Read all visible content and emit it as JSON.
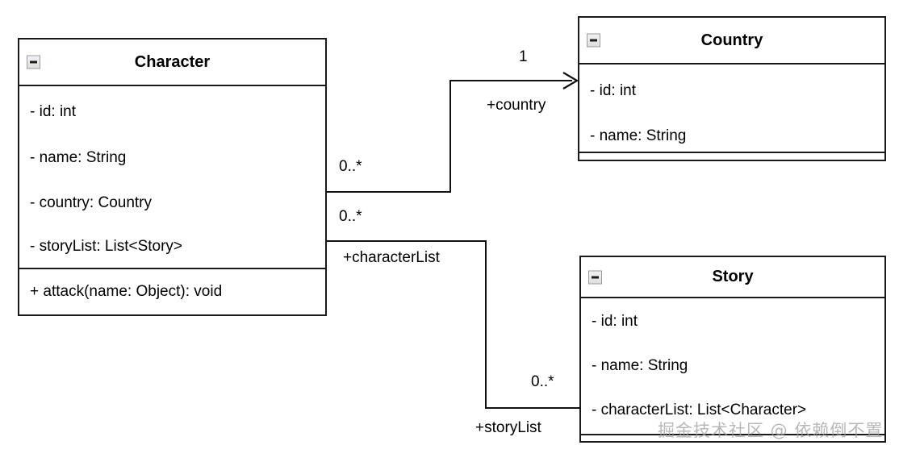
{
  "diagram": {
    "type": "uml-class-diagram",
    "background": "#ffffff",
    "line_color": "#111111",
    "classes": [
      {
        "id": "character",
        "name": "Character",
        "collapse_icon": "minus-icon",
        "attributes": [
          "- id: int",
          "- name: String",
          "- country: Country",
          "- storyList: List<Story>"
        ],
        "methods": [
          "+ attack(name: Object): void"
        ]
      },
      {
        "id": "country",
        "name": "Country",
        "collapse_icon": "minus-icon",
        "attributes": [
          "- id: int",
          "- name: String"
        ],
        "methods": []
      },
      {
        "id": "story",
        "name": "Story",
        "collapse_icon": "minus-icon",
        "attributes": [
          "- id: int",
          "- name: String",
          "- characterList: List<Character>"
        ],
        "methods": []
      }
    ],
    "associations": [
      {
        "id": "character-country",
        "from": "character",
        "to": "country",
        "source_multiplicity": "0..*",
        "target_multiplicity": "1",
        "role_label": "+country",
        "arrow": "open-arrow"
      },
      {
        "id": "character-story",
        "from": "character",
        "to": "story",
        "source_multiplicity": "0..*",
        "target_multiplicity": "0..*",
        "source_role_label": "+characterList",
        "target_role_label": "+storyList",
        "arrow": "none"
      }
    ]
  },
  "watermark": {
    "text": "掘金技术社区 @ 依赖倒不置"
  }
}
